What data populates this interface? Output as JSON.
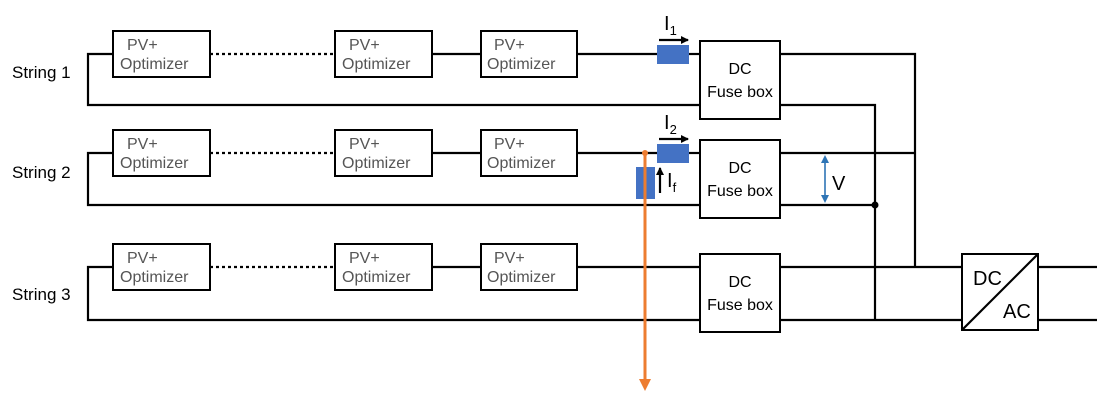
{
  "strings": [
    {
      "label": "String 1"
    },
    {
      "label": "String 2"
    },
    {
      "label": "String 3"
    }
  ],
  "pv_optimizer": {
    "line1": "PV+",
    "line2": "Optimizer"
  },
  "fuse_box": {
    "line1": "DC",
    "line2": "Fuse box"
  },
  "inverter": {
    "top": "DC",
    "bottom": "AC"
  },
  "current_1": {
    "symbol": "I",
    "subscript": "1"
  },
  "current_2": {
    "symbol": "I",
    "subscript": "2"
  },
  "current_fault": {
    "symbol": "I",
    "subscript": "f"
  },
  "voltage": {
    "symbol": "V"
  },
  "colors": {
    "sensor": "#4472C4",
    "fault_line": "#ED7D31",
    "voltage_arrow": "#2E75B6",
    "box_text": "#555555"
  }
}
